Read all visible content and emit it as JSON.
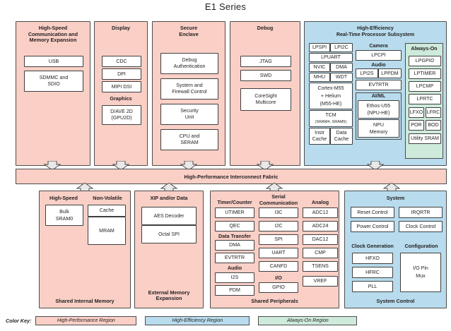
{
  "title": "E1 Series",
  "colors": {
    "high_performance": "#f9cfc6",
    "high_efficiency": "#b8dced",
    "always_on": "#cdeadb",
    "border": "#4d4d4d",
    "text": "#231f20"
  },
  "interconnect": {
    "label": "High-Performance Interconnect Fabric"
  },
  "top_panels": {
    "hs_comm": {
      "title": "High-Speed\nCommunication and\nMemory Expansion",
      "title_l1": "High-Speed",
      "title_l2": "Communication and",
      "title_l3": "Memory Expansion",
      "blocks": [
        "USB",
        "SDMMC and SDIO"
      ],
      "usb": "USB",
      "sdmmc_l1": "SDMMC and",
      "sdmmc_l2": "SDIO"
    },
    "display": {
      "title": "Display",
      "blocks": [
        "CDC",
        "DPI",
        "MIPI DSI"
      ],
      "cdc": "CDC",
      "dpi": "DPI",
      "mipi_dsi": "MIPI DSI",
      "graphics_head": "Graphics",
      "gpu_l1": "D/AVE 2D",
      "gpu_l2": "(GPU2D)"
    },
    "secure_enclave": {
      "title_l1": "Secure",
      "title_l2": "Enclave",
      "b1_l1": "Debug",
      "b1_l2": "Authentication",
      "b2_l1": "System and",
      "b2_l2": "Firewall Control",
      "b3_l1": "Security",
      "b3_l2": "Unit",
      "b4_l1": "CPU and",
      "b4_l2": "SERAM"
    },
    "debug": {
      "title": "Debug",
      "jtag": "JTAG",
      "swd": "SWD",
      "cs_l1": "CoreSight",
      "cs_l2": "Multicore"
    },
    "high_efficiency": {
      "title_l1": "High-Efficiency",
      "title_l2": "Real-Time Processor Subsystem",
      "core_col": {
        "lpspi": "LPSPI",
        "lpi2c": "LPI2C",
        "lpuart": "LPUART",
        "nvic": "NVIC",
        "dma": "DMA",
        "mhu": "MHU",
        "wdt": "WDT",
        "cortex_l1": "Cortex-M55",
        "cortex_l2": "+ Helium",
        "cortex_l3": "(M55-HE)",
        "tcm_l1": "TCM",
        "tcm_l2": "(SRAM4, SRAM5)",
        "instr_l1": "Instr",
        "instr_l2": "Cache",
        "data_l1": "Data",
        "data_l2": "Cache"
      },
      "mid_col": {
        "camera_head": "Camera",
        "lpcpi": "LPCPI",
        "audio_head": "Audio",
        "lpi2s": "LPI2S",
        "lppdm": "LPPDM",
        "evtrtr": "EVTRTR",
        "aiml_head": "AI/ML",
        "ethos_l1": "Ethos-U55",
        "ethos_l2": "(NPU-HE)",
        "npu_l1": "NPU",
        "npu_l2": "Memory"
      },
      "always_on": {
        "title": "Always-On",
        "lpgpio": "LPGPIO",
        "lptimer": "LPTIMER",
        "lpcmp": "LPCMP",
        "lprtc": "LPRTC",
        "lfxo": "LFXO",
        "lfrc": "LFRC",
        "por": "POR",
        "bod": "BOD",
        "utility_sram": "Utility SRAM"
      }
    }
  },
  "bottom_panels": {
    "shared_internal_memory": {
      "footer": "Shared Internal Memory",
      "hs_head": "High-Speed",
      "nv_head": "Non-Volatile",
      "bulk_l1": "Bulk",
      "bulk_l2": "SRAM0",
      "cache": "Cache",
      "mram": "MRAM"
    },
    "external_memory_expansion": {
      "title": "XIP and/or Data",
      "aes": "AES Decoder",
      "octal_spi": "Octal SPI",
      "footer_l1": "External Memory",
      "footer_l2": "Expansion"
    },
    "shared_peripherals": {
      "footer": "Shared Peripherals",
      "timer_head": "Timer/Counter",
      "utimer": "UTIMER",
      "qec": "QEC",
      "datatransfer_head": "Data Transfer",
      "dma": "DMA",
      "evtrtr": "EVTRTR",
      "audio_head": "Audio",
      "i2s": "I2S",
      "pdm": "PDM",
      "serial_head_l1": "Serial",
      "serial_head_l2": "Communication",
      "i3c": "I3C",
      "i2c": "I2C",
      "spi": "SPI",
      "uart": "UART",
      "canfd": "CANFD",
      "io_head": "I/O",
      "gpio": "GPIO",
      "analog_head": "Analog",
      "adc12": "ADC12",
      "adc24": "ADC24",
      "dac12": "DAC12",
      "cmp": "CMP",
      "tsens": "TSENS",
      "vref": "VREF"
    },
    "system_control": {
      "title": "System",
      "footer": "System Control",
      "reset_control": "Reset Control",
      "irqrtr": "IRQRTR",
      "power_control": "Power Control",
      "clock_control": "Clock Control",
      "clockgen_head": "Clock Generation",
      "hfxo": "HFXO",
      "hfrc": "HFRC",
      "pll": "PLL",
      "config_head": "Configuration",
      "iopin_l1": "I/O Pin",
      "iopin_l2": "Mux"
    }
  },
  "color_key": {
    "label": "Color Key:",
    "items": [
      "High-Performance Region",
      "High-Efficiency Region",
      "Always-On Region"
    ]
  }
}
